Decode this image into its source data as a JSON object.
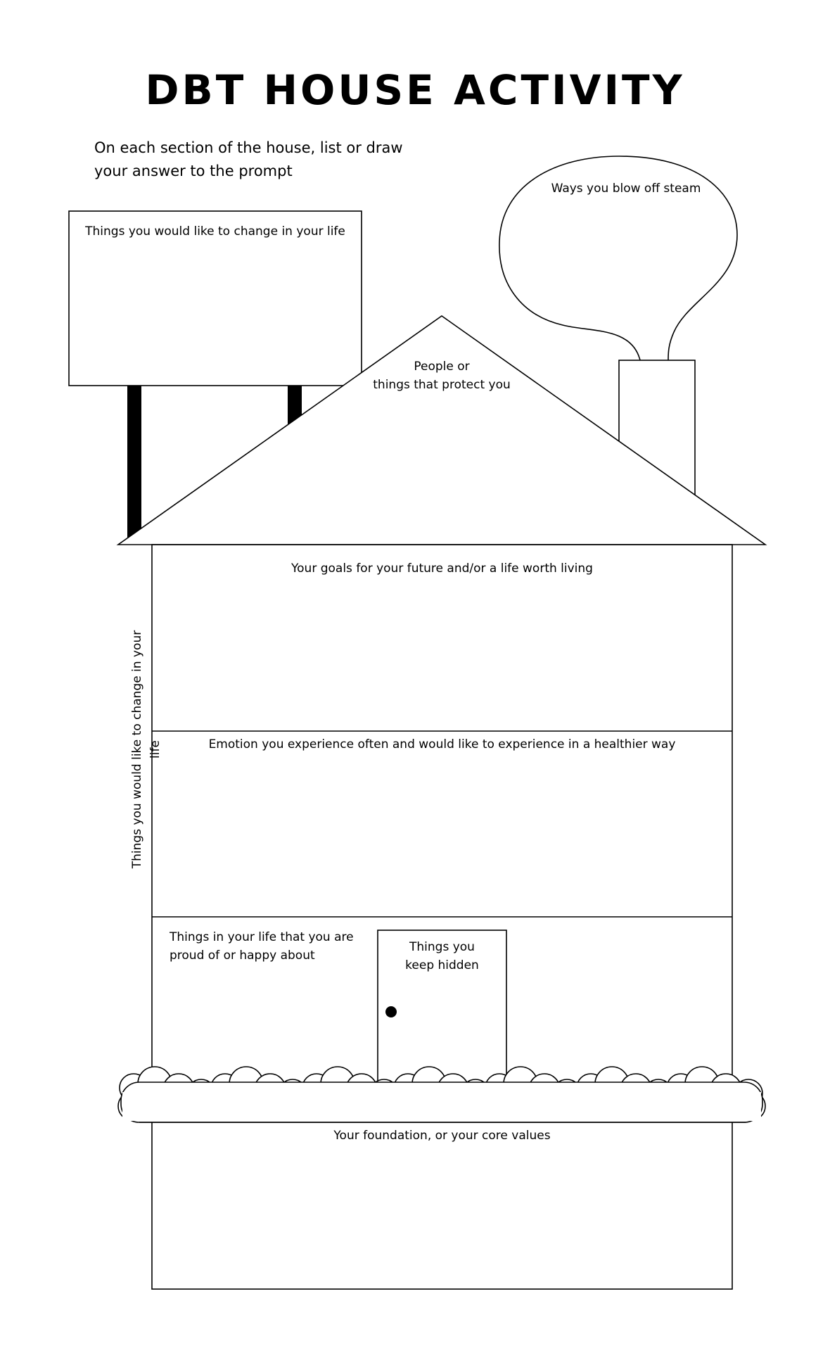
{
  "page": {
    "title": "DBT HOUSE ACTIVITY",
    "intro_line1": "On each section of the house, list or draw",
    "intro_line2": "your answer to the prompt"
  },
  "prompts": {
    "sign": "Things you would like to change in your life",
    "steam": "Ways you blow off steam",
    "roof_line1": "People or",
    "roof_line2": "things that protect you",
    "goals": "Your goals for your future and/or a life worth living",
    "emotion": "Emotion you experience often and would like to experience in a healthier way",
    "proud_line1": "Things in your life that you are",
    "proud_line2": "proud of or happy about",
    "hidden_line1": "Things you",
    "hidden_line2": "keep hidden",
    "side_wall": "Things you would like to change in your life",
    "foundation": "Your foundation, or your core values"
  },
  "colors": {
    "ink": "#000000",
    "paper": "#ffffff"
  }
}
